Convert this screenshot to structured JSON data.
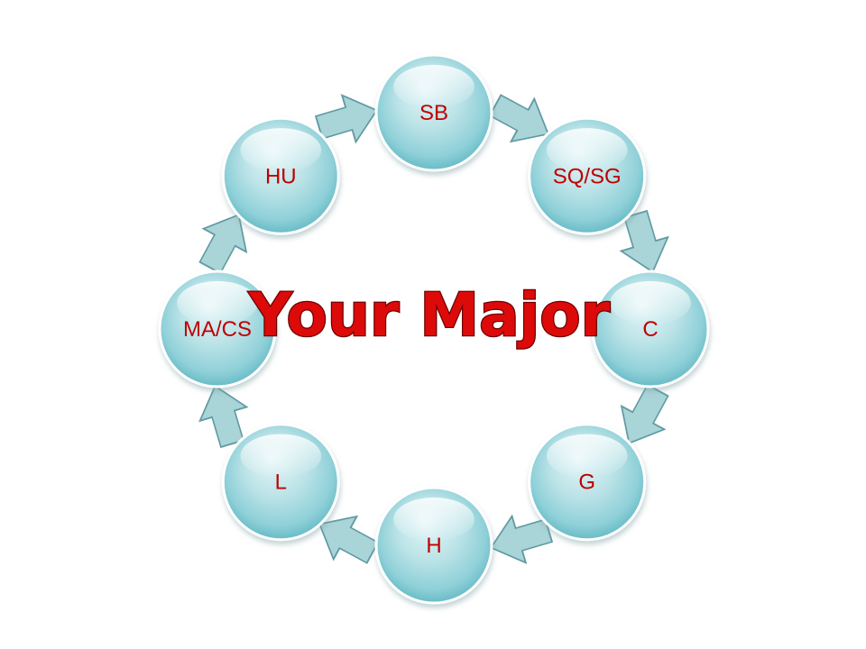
{
  "diagram": {
    "center_title": "Your Major",
    "nodes": [
      {
        "label": "SB"
      },
      {
        "label": "SQ/SG"
      },
      {
        "label": "C"
      },
      {
        "label": "G"
      },
      {
        "label": "H"
      },
      {
        "label": "L"
      },
      {
        "label": "MA/CS"
      },
      {
        "label": "HU"
      }
    ]
  },
  "colors": {
    "node_fill_light": "#dff3f5",
    "node_fill_dark": "#6fc1cb",
    "node_label": "#c00000",
    "arrow_fill": "#a9d4d8",
    "arrow_stroke": "#5f9aa2",
    "title_fill": "#dd0a0a",
    "title_outline": "#6d0000"
  }
}
